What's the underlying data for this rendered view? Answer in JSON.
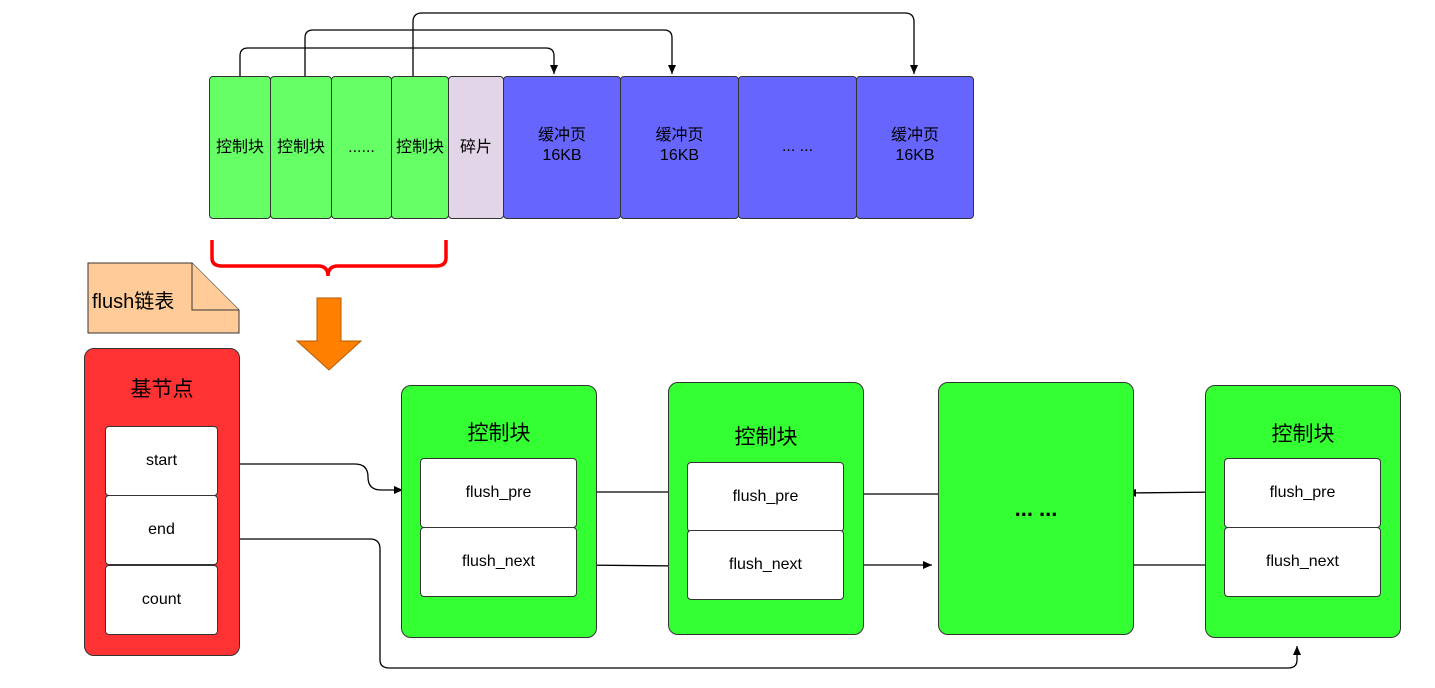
{
  "memory": {
    "control_block_label": "控制块",
    "dots_small": "......",
    "fragment_label": "碎片",
    "pages": [
      {
        "label": "缓冲页",
        "size": "16KB"
      },
      {
        "label": "缓冲页",
        "size": "16KB"
      },
      {
        "label": "... ...",
        "size": ""
      },
      {
        "label": "缓冲页",
        "size": "16KB"
      }
    ],
    "colors": {
      "control": "#66ff66",
      "fragment": "#e1d5e7",
      "page": "#6666ff"
    }
  },
  "note": {
    "label": "flush链表",
    "color": "#ffcc99"
  },
  "base_node": {
    "title": "基节点",
    "fields": [
      "start",
      "end",
      "count"
    ],
    "color": "#ff3333"
  },
  "list_nodes": {
    "title": "控制块",
    "pre": "flush_pre",
    "next": "flush_next",
    "ellipsis": "... ...",
    "color": "#33ff33"
  },
  "accents": {
    "brace": "#ff0000",
    "arrow": "#ff8000"
  }
}
